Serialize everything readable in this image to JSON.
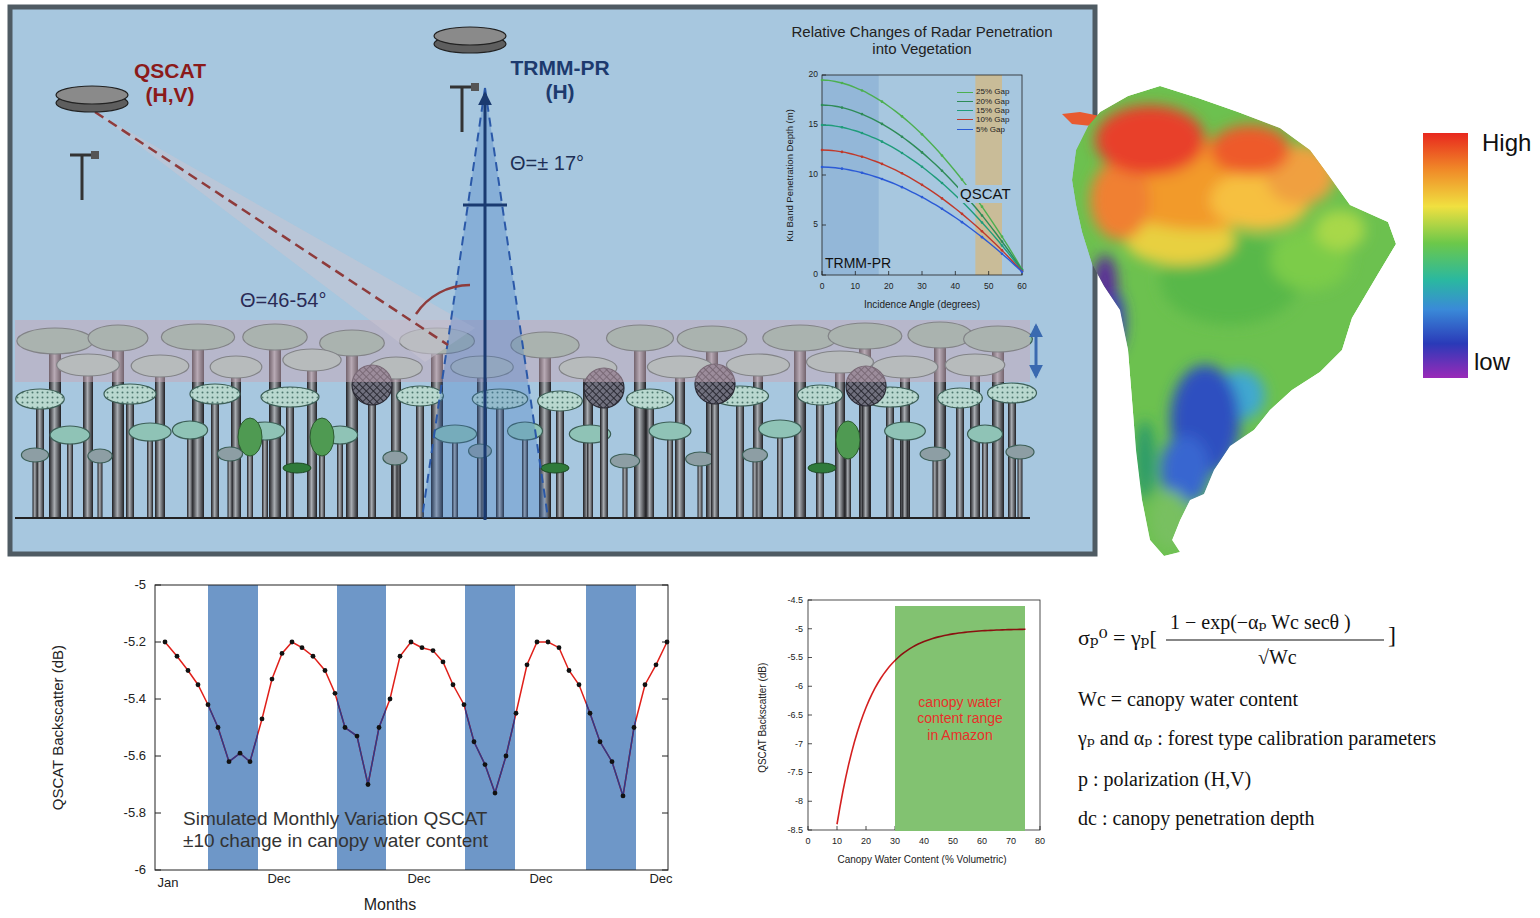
{
  "diagram": {
    "nodes": [
      {
        "text": [
          "canopy water content range in Amazon"
        ]
      }
    ],
    "labels": [
      "QSCAT (H,V)",
      "TRMM-PR (H)",
      "Θ=± 17°",
      "Θ=46-54°",
      "Relative Changes of Radar Penetration into Vegetation",
      "Ku Band Penetration Depth (m)",
      "Incidence Angle (degrees)",
      "0",
      "5",
      "10",
      "15",
      "20",
      "0",
      "10",
      "20",
      "30",
      "40",
      "50",
      "60",
      "TRMM-PR",
      "QSCAT",
      "High",
      "low",
      "QSCAT Backscatter (dB)",
      "-5",
      "-5.2",
      "-5.4",
      "-5.6",
      "-5.8",
      "-6",
      "Jan",
      "Dec",
      "Dec",
      "Dec",
      "Dec",
      "Months",
      "Simulated Monthly Variation QSCAT ±10 change in canopy water content",
      "QSCAT Backscatter (dB)",
      "-4.5",
      "-5",
      "-5.5",
      "-6",
      "-6.5",
      "-7",
      "-7.5",
      "-8",
      "-8.5",
      "0",
      "10",
      "20",
      "30",
      "40",
      "50",
      "60",
      "70",
      "80",
      "Canopy Water Content (% Volumetric)",
      "σₚ⁰ = γₚ[",
      "1 − exp(−αₚ Wc secθ )",
      "√Wc",
      "]",
      "Wc = canopy water content",
      "γₚ and αₚ : forest type calibration parameters",
      "p : polarization (H,V)",
      "dc : canopy penetration depth"
    ],
    "legend": [
      {
        "text": "25% Gap"
      },
      {
        "text": "20% Gap"
      },
      {
        "text": "15% Gap"
      },
      {
        "text": "10% Gap"
      },
      {
        "text": "5% Gap"
      }
    ]
  }
}
